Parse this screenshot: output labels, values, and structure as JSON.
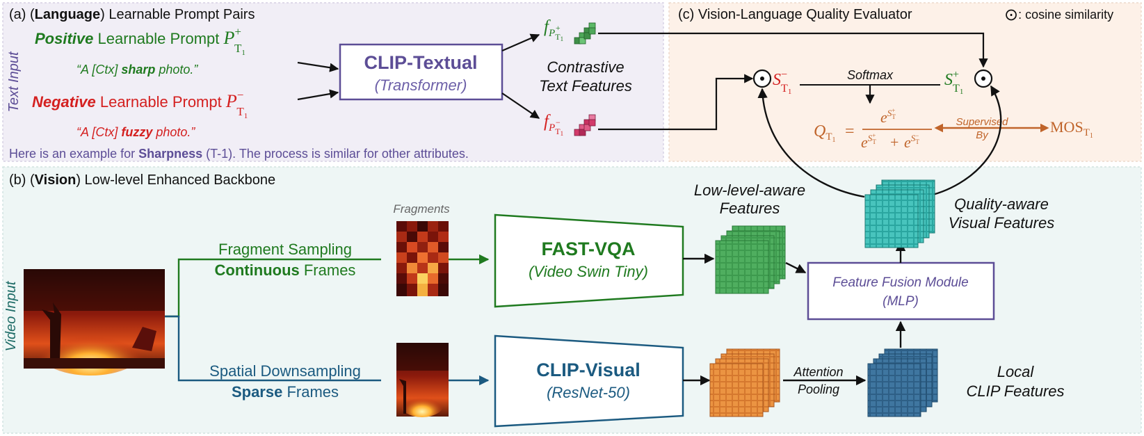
{
  "colors": {
    "panel_a_bg": "#f1eef6",
    "panel_b_bg": "#eef6f5",
    "panel_c_bg": "#fdf1e8",
    "purple": "#5c4d96",
    "green": "#1f7a1f",
    "red": "#d42020",
    "blue": "#1b5a80",
    "orange": "#c0642a",
    "teal": "#1d6b66"
  },
  "panel_a": {
    "label_prefix": "(a) (",
    "label_bold": "Language",
    "label_suffix": ") Learnable Prompt Pairs",
    "side_label": "Text Input",
    "positive": {
      "word": "Positive",
      "rest": "Learnable Prompt",
      "symbol": "P",
      "sup": "+",
      "sub": "T",
      "sub2": "1",
      "quote_pre": "“A [Ctx] ",
      "quote_kw": "sharp",
      "quote_post": " photo.”"
    },
    "negative": {
      "word": "Negative",
      "rest": "Learnable Prompt",
      "symbol": "P",
      "sup": "−",
      "sub": "T",
      "sub2": "1",
      "quote_pre": "“A [Ctx] ",
      "quote_kw": "fuzzy",
      "quote_post": " photo.”"
    },
    "clip_textual_title": "CLIP-Textual",
    "clip_textual_sub": "(Transformer)",
    "contrastive_line1": "Contrastive",
    "contrastive_line2": "Text Features",
    "f_symbol": "f",
    "f_sub_p": "P",
    "f_sub_t": "T",
    "f_sub_1": "1",
    "f_pos_sup": "+",
    "f_neg_sup": "−",
    "note_pre": "Here is an example for ",
    "note_bold": "Sharpness",
    "note_post": " (T-1). The process is similar for other attributes."
  },
  "panel_c": {
    "label": "(c) Vision-Language Quality Evaluator",
    "cos_legend_symbol": "⊙",
    "cos_legend_text": ": cosine similarity",
    "odot": "⊙",
    "s_symbol": "S",
    "s_neg_sup": "−",
    "s_pos_sup": "+",
    "s_sub_t": "T",
    "s_sub_1": "1",
    "softmax": "Softmax",
    "q_symbol": "Q",
    "q_sub": "T",
    "q_sub_1": "1",
    "equals": "=",
    "e": "e",
    "plus": "+",
    "supervised_line1": "Supervised",
    "supervised_line2": "By",
    "mos": "MOS",
    "mos_sub": "T",
    "mos_sub_1": "1"
  },
  "panel_b": {
    "label_prefix": "(b) (",
    "label_bold": "Vision",
    "label_suffix": ") Low-level Enhanced Backbone",
    "side_label": "Video Input",
    "fragments_label": "Fragments",
    "frag_line1": "Fragment Sampling",
    "frag_line2_bold": "Continuous",
    "frag_line2_rest": " Frames",
    "spatial_line1": "Spatial Downsampling",
    "spatial_line2_bold": "Sparse",
    "spatial_line2_rest": " Frames",
    "fastvqa_title": "FAST-VQA",
    "fastvqa_sub": "(Video Swin Tiny)",
    "clipvisual_title": "CLIP-Visual",
    "clipvisual_sub": "(ResNet-50)",
    "lowlevel_line1": "Low-level-aware",
    "lowlevel_line2": "Features",
    "quality_line1": "Quality-aware",
    "quality_line2": "Visual Features",
    "fusion_line1": "Feature Fusion Module",
    "fusion_line2": "(MLP)",
    "attention_line1": "Attention",
    "attention_line2": "Pooling",
    "local_line1": "Local",
    "local_line2": "CLIP Features"
  }
}
